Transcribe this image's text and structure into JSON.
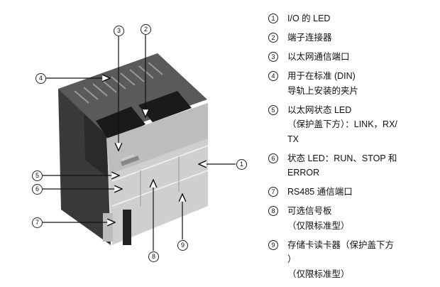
{
  "figure": {
    "brand_label": "SIEMENS",
    "callouts": [
      "①",
      "②",
      "③",
      "④",
      "⑤",
      "⑥",
      "⑦",
      "⑧",
      "⑨"
    ]
  },
  "legend": [
    {
      "num": "1",
      "lines": [
        "I/O 的 LED"
      ]
    },
    {
      "num": "2",
      "lines": [
        "端子连接器"
      ]
    },
    {
      "num": "3",
      "lines": [
        "以太网通信端口"
      ]
    },
    {
      "num": "4",
      "lines": [
        "用于在标准 (DIN)",
        "导轨上安装的夹片"
      ]
    },
    {
      "num": "5",
      "lines": [
        "以太网状态 LED",
        "（保护盖下方）：LINK，RX/",
        "TX"
      ]
    },
    {
      "num": "6",
      "lines": [
        "状态 LED：RUN、STOP 和",
        "ERROR"
      ]
    },
    {
      "num": "7",
      "lines": [
        "RS485 通信端口"
      ]
    },
    {
      "num": "8",
      "lines": [
        "可选信号板",
        "（仅限标准型）"
      ]
    },
    {
      "num": "9",
      "lines": [
        "存储卡读卡器（保护盖下方",
        "）",
        "（仅限标准型）"
      ]
    }
  ]
}
